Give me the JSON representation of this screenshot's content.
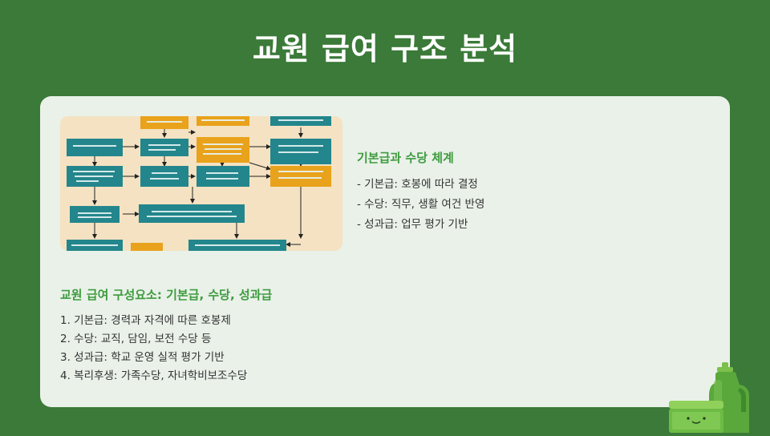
{
  "slide": {
    "title": "교원 급여 구조 분석"
  },
  "side_section": {
    "heading": "기본급과 수당 체계",
    "items": [
      "- 기본급: 호봉에 따라 결정",
      "- 수당: 직무, 생활 여건 반영",
      "- 성과급: 업무 평가 기반"
    ]
  },
  "main_section": {
    "heading": "교원 급여 구성요소: 기본급, 수당, 성과급",
    "items": [
      "1. 기본급: 경력과 자격에 따른 호봉제",
      "2. 수당: 교직, 담임, 보전 수당 등",
      "3. 성과급: 학교 운영 실적 평가 기반",
      "4. 복리후생: 가족수당, 자녀학비보조수당"
    ]
  },
  "colors": {
    "background": "#3b7a38",
    "card": "#e9f1e9",
    "accent_green": "#3e9b3e",
    "box_teal": "#23868c",
    "box_orange": "#e9a21b",
    "diagram_bg": "#f4e2c2"
  }
}
